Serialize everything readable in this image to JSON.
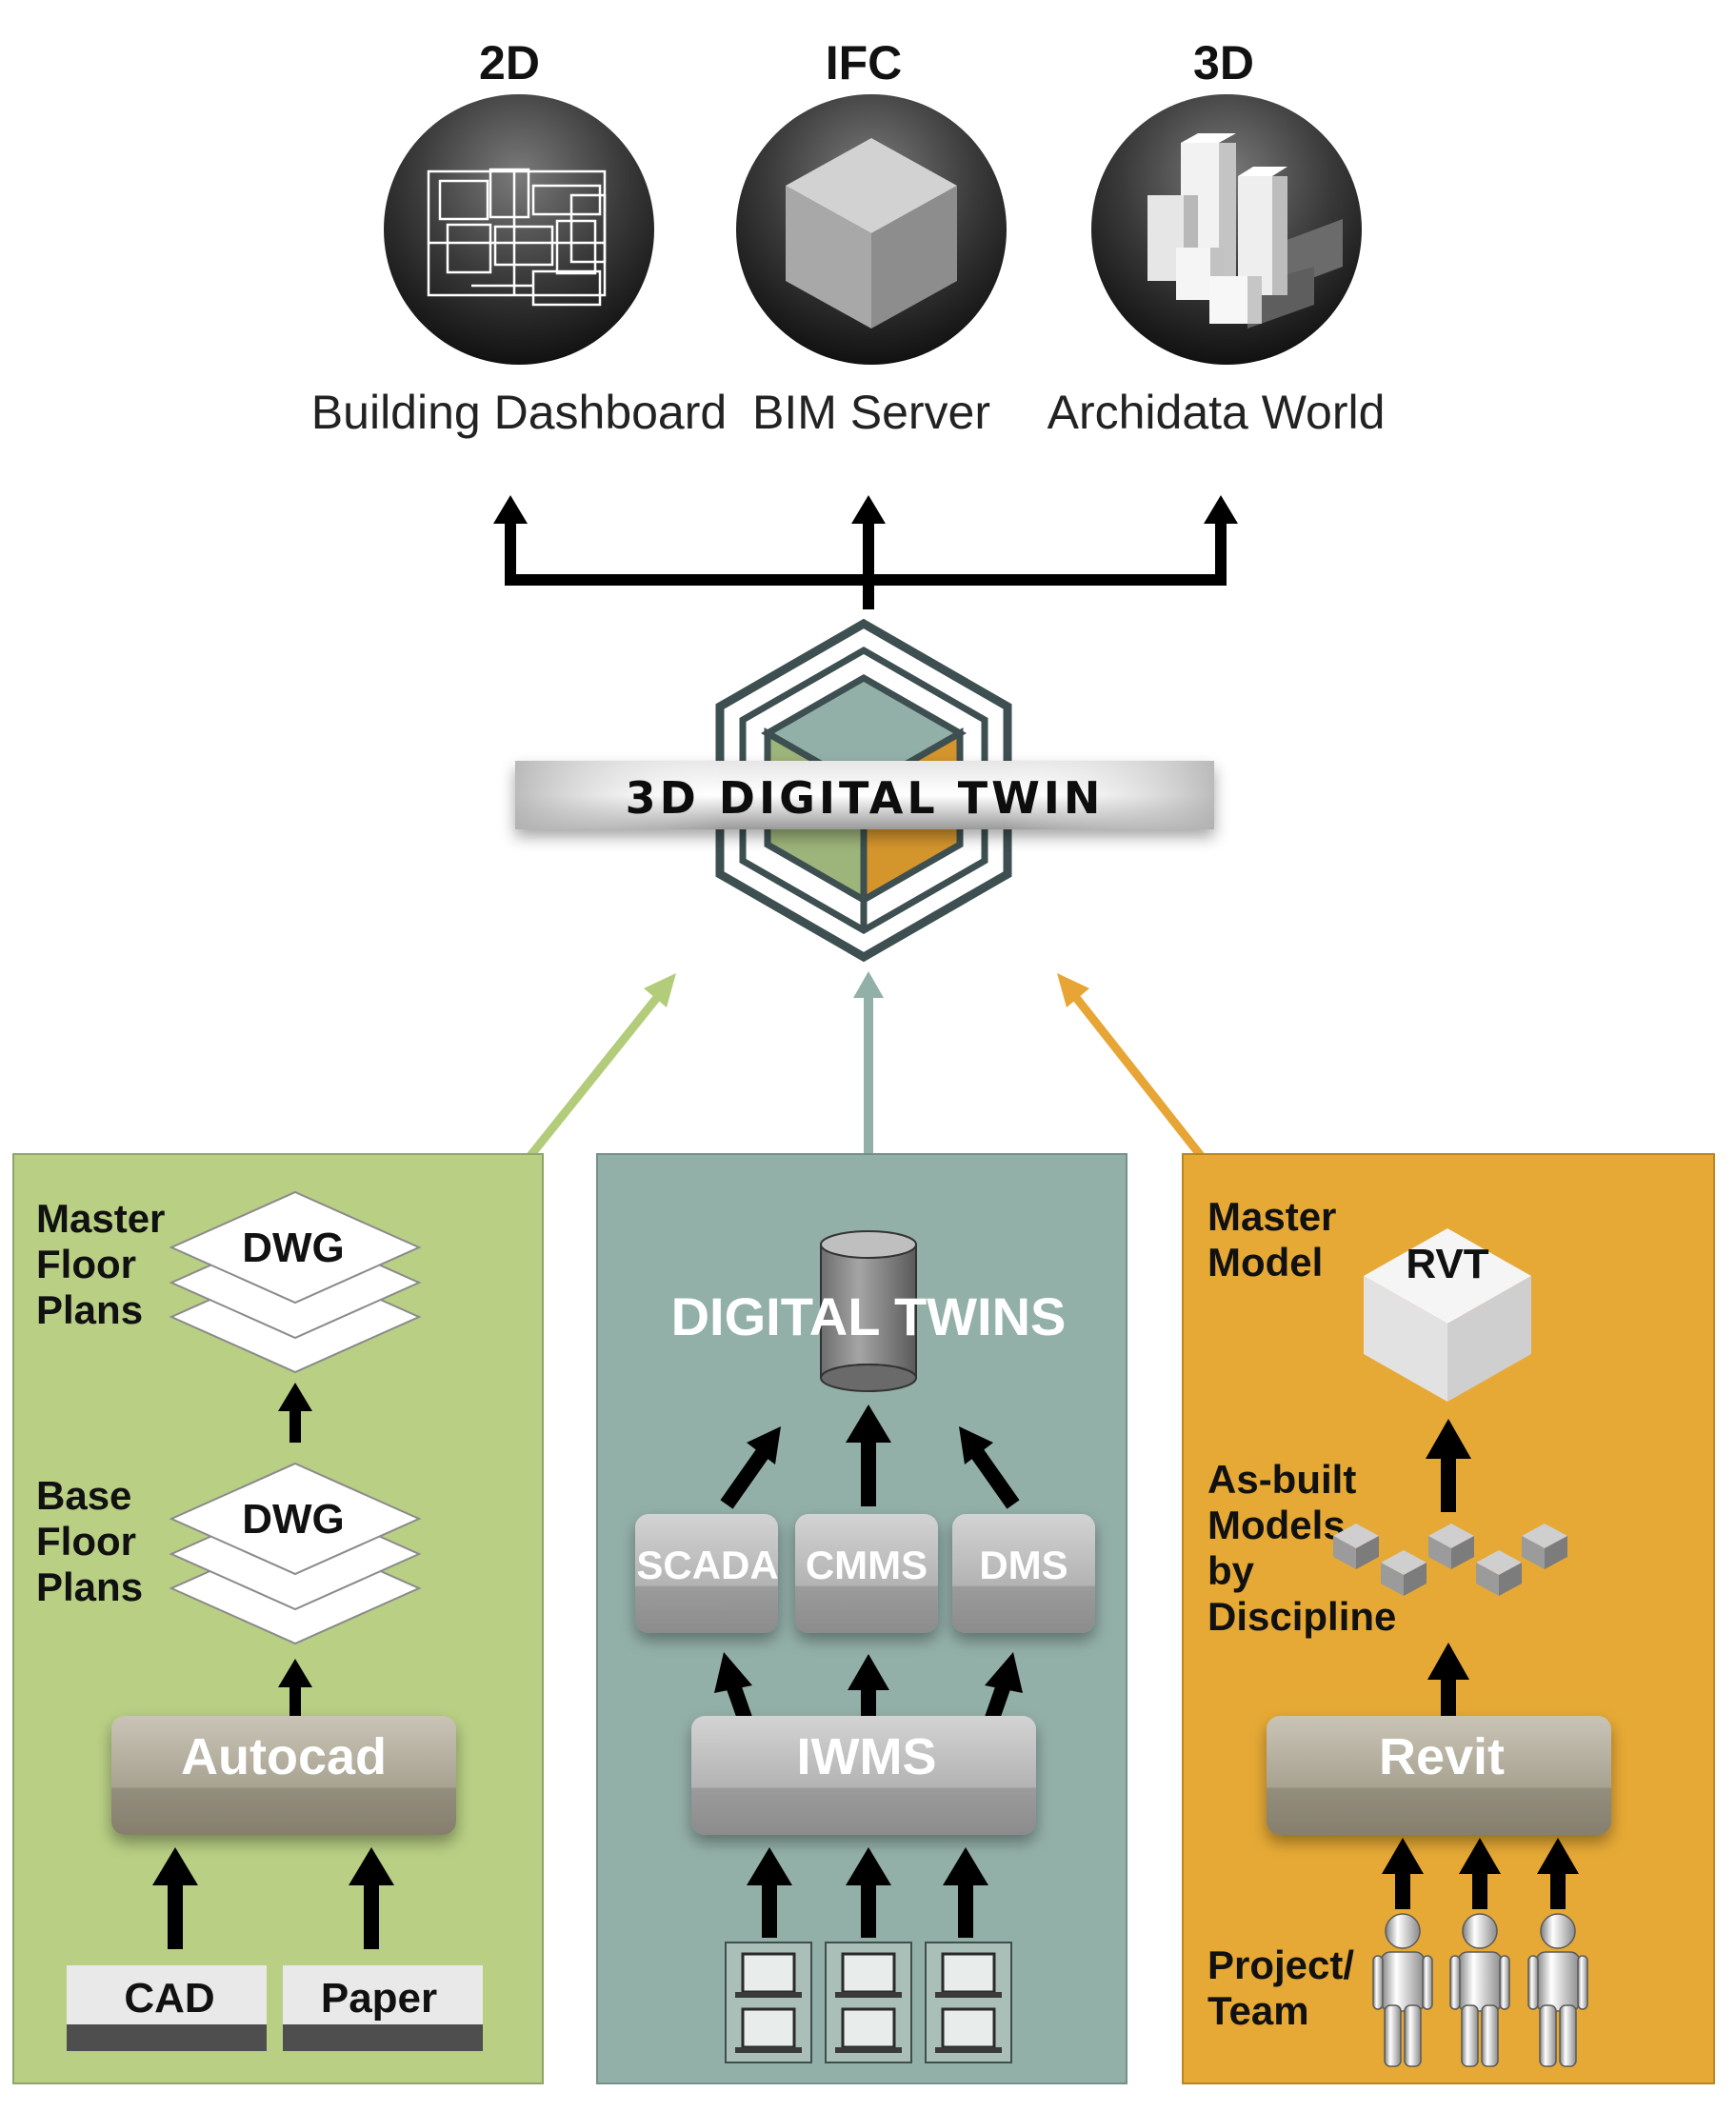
{
  "outputs": [
    {
      "format": "2D",
      "service": "Building Dashboard",
      "icon": "floor-plan-icon"
    },
    {
      "format": "IFC",
      "service": "BIM Server",
      "icon": "cube-icon"
    },
    {
      "format": "3D",
      "service": "Archidata World",
      "icon": "city-blocks-icon"
    }
  ],
  "center": {
    "label": "3D DIGITAL TWIN"
  },
  "colors": {
    "green_panel": "#b8cf84",
    "teal_panel": "#93b0a8",
    "orange_panel": "#e6a935",
    "green_arrow": "#b2cc7a",
    "teal_arrow": "#93b0a8",
    "orange_arrow": "#e6a535"
  },
  "left_panel": {
    "master_label": [
      "Master",
      "Floor",
      "Plans"
    ],
    "master_stack": "DWG",
    "base_label": [
      "Base",
      "Floor",
      "Plans"
    ],
    "base_stack": "DWG",
    "tool": "Autocad",
    "sources": [
      "CAD",
      "Paper"
    ]
  },
  "middle_panel": {
    "title": "DIGITAL TWINS",
    "systems": [
      "SCADA",
      "CMMS",
      "DMS"
    ],
    "tool": "IWMS"
  },
  "right_panel": {
    "master_label": [
      "Master",
      "Model"
    ],
    "master_box": "RVT",
    "asbuilt_label": [
      "As-built",
      "Models",
      "by",
      "Discipline"
    ],
    "tool": "Revit",
    "team_label": [
      "Project/",
      "Team"
    ]
  }
}
